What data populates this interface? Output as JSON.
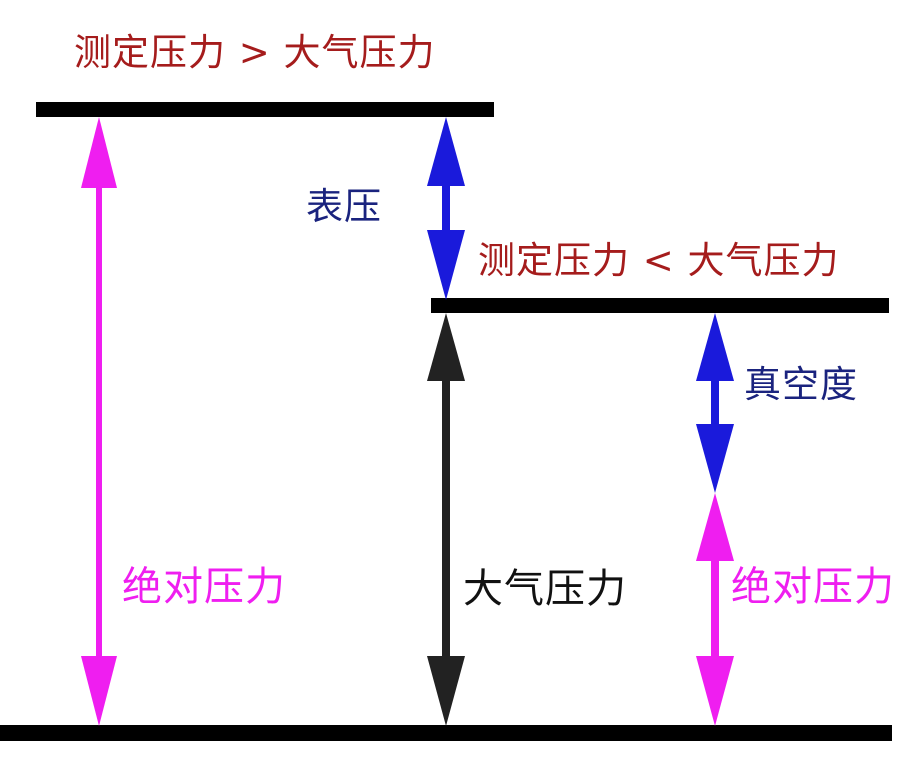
{
  "labels": {
    "high_condition": "测定压力 > 大气压力",
    "low_condition": "测定压力 < 大气压力",
    "gauge_pressure": "表压",
    "vacuum": "真空度",
    "absolute_pressure_left": "绝对压力",
    "atmospheric_pressure": "大气压力",
    "absolute_pressure_right": "绝对压力"
  },
  "colors": {
    "condition_text": "#a51c1c",
    "gauge_arrow": "#1a1adb",
    "gauge_text": "#1a237e",
    "absolute": "#ef1ef0",
    "atmospheric_arrow": "#222222",
    "atmospheric_text": "#111111",
    "level_line": "#000000"
  }
}
